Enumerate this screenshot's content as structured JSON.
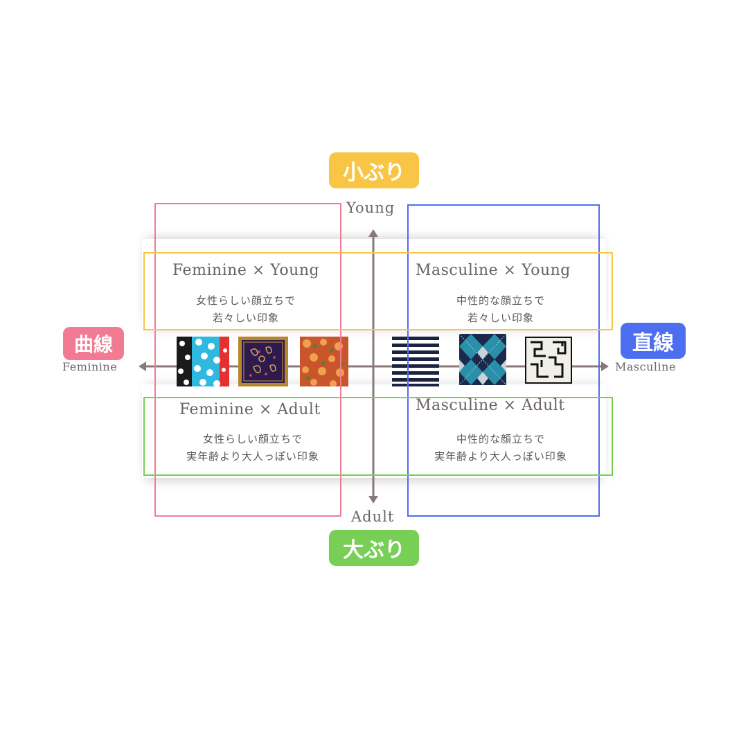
{
  "badges": {
    "top": {
      "label": "小ぶり",
      "color": "#f8c644"
    },
    "bottom": {
      "label": "大ぶり",
      "color": "#77cf55"
    },
    "left": {
      "label": "曲線",
      "color": "#f27b94"
    },
    "right": {
      "label": "直線",
      "color": "#4d6ef0"
    }
  },
  "axes": {
    "top": "Young",
    "bottom": "Adult",
    "left": "Feminine",
    "right": "Masculine"
  },
  "quadrants": {
    "feminine_young": {
      "title": "Feminine × Young",
      "desc_line1": "女性らしい顔立ちで",
      "desc_line2": "若々しい印象"
    },
    "masculine_young": {
      "title": "Masculine × Young",
      "desc_line1": "中性的な顔立ちで",
      "desc_line2": "若々しい印象"
    },
    "feminine_adult": {
      "title": "Feminine × Adult",
      "desc_line1": "女性らしい顔立ちで",
      "desc_line2": "実年齢より大人っぽい印象"
    },
    "masculine_adult": {
      "title": "Masculine × Adult",
      "desc_line1": "中性的な顔立ちで",
      "desc_line2": "実年齢より大人っぽい印象"
    }
  },
  "swatches": {
    "feminine": [
      "polka-dot-pattern",
      "paisley-pattern",
      "floral-pattern"
    ],
    "masculine": [
      "stripe-pattern",
      "argyle-pattern",
      "geometric-pattern"
    ]
  },
  "frame_colors": {
    "feminine": "#f27b94",
    "masculine": "#4d6ef0",
    "young": "#f8c644",
    "adult": "#77cf55",
    "axis": "#8a7878"
  }
}
